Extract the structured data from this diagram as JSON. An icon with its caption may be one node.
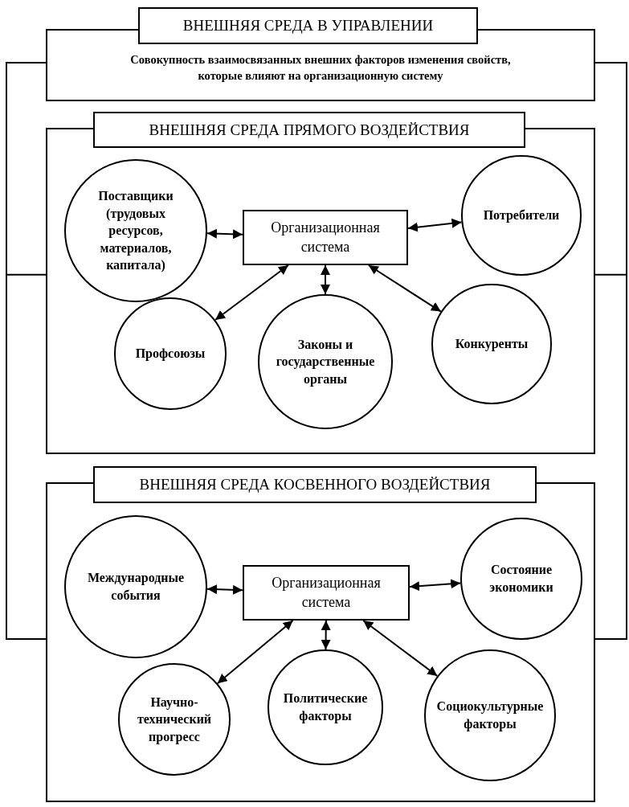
{
  "diagram": {
    "nodes": [
      {
        "text": [
          "ВНЕШНЯЯ СРЕДА В УПРАВЛЕНИИ",
          "Совокупность взаимосвязанных внешних факторов изменения свойств, которые влияют на организационную систему"
        ]
      },
      {
        "text": [
          "ВНЕШНЯЯ СРЕДА ПРЯМОГО ВОЗДЕЙСТВИЯ"
        ]
      },
      {
        "text": [
          "Поставщики (трудовых ресурсов, материалов, капитала)"
        ],
        "in": 1
      },
      {
        "text": [
          "Организационная система"
        ],
        "in": 1
      },
      {
        "text": [
          "Потребители"
        ],
        "in": 1
      },
      {
        "text": [
          "Профсоюзы"
        ],
        "in": 1
      },
      {
        "text": [
          "Законы и государственные органы"
        ],
        "in": 1
      },
      {
        "text": [
          "Конкуренты"
        ],
        "in": 1
      },
      {
        "text": [
          "ВНЕШНЯЯ СРЕДА КОСВЕННОГО ВОЗДЕЙСТВИЯ"
        ]
      },
      {
        "text": [
          "Международные события"
        ],
        "in": 8
      },
      {
        "text": [
          "Организационная система"
        ],
        "in": 8
      },
      {
        "text": [
          "Состояние экономики"
        ],
        "in": 8
      },
      {
        "text": [
          "Научно-технический прогресс"
        ],
        "in": 8
      },
      {
        "text": [
          "Политические факторы"
        ],
        "in": 8
      },
      {
        "text": [
          "Социокультурные факторы"
        ],
        "in": 8
      }
    ],
    "edges": [
      {
        "from": 0,
        "to": 1,
        "arrow": "none"
      },
      {
        "from": 0,
        "to": 8,
        "arrow": "none"
      },
      {
        "from": 0,
        "to": 1,
        "arrow": "none"
      },
      {
        "from": 0,
        "to": 8,
        "arrow": "none"
      },
      {
        "from": 2,
        "to": 3,
        "arrow": "both"
      },
      {
        "from": 3,
        "to": 4,
        "arrow": "both"
      },
      {
        "from": 3,
        "to": 5,
        "arrow": "both"
      },
      {
        "from": 3,
        "to": 6,
        "arrow": "both"
      },
      {
        "from": 3,
        "to": 7,
        "arrow": "both"
      },
      {
        "from": 9,
        "to": 10,
        "arrow": "both"
      },
      {
        "from": 10,
        "to": 11,
        "arrow": "both"
      },
      {
        "from": 10,
        "to": 12,
        "arrow": "both"
      },
      {
        "from": 10,
        "to": 13,
        "arrow": "both"
      },
      {
        "from": 10,
        "to": 14,
        "arrow": "both"
      }
    ]
  }
}
